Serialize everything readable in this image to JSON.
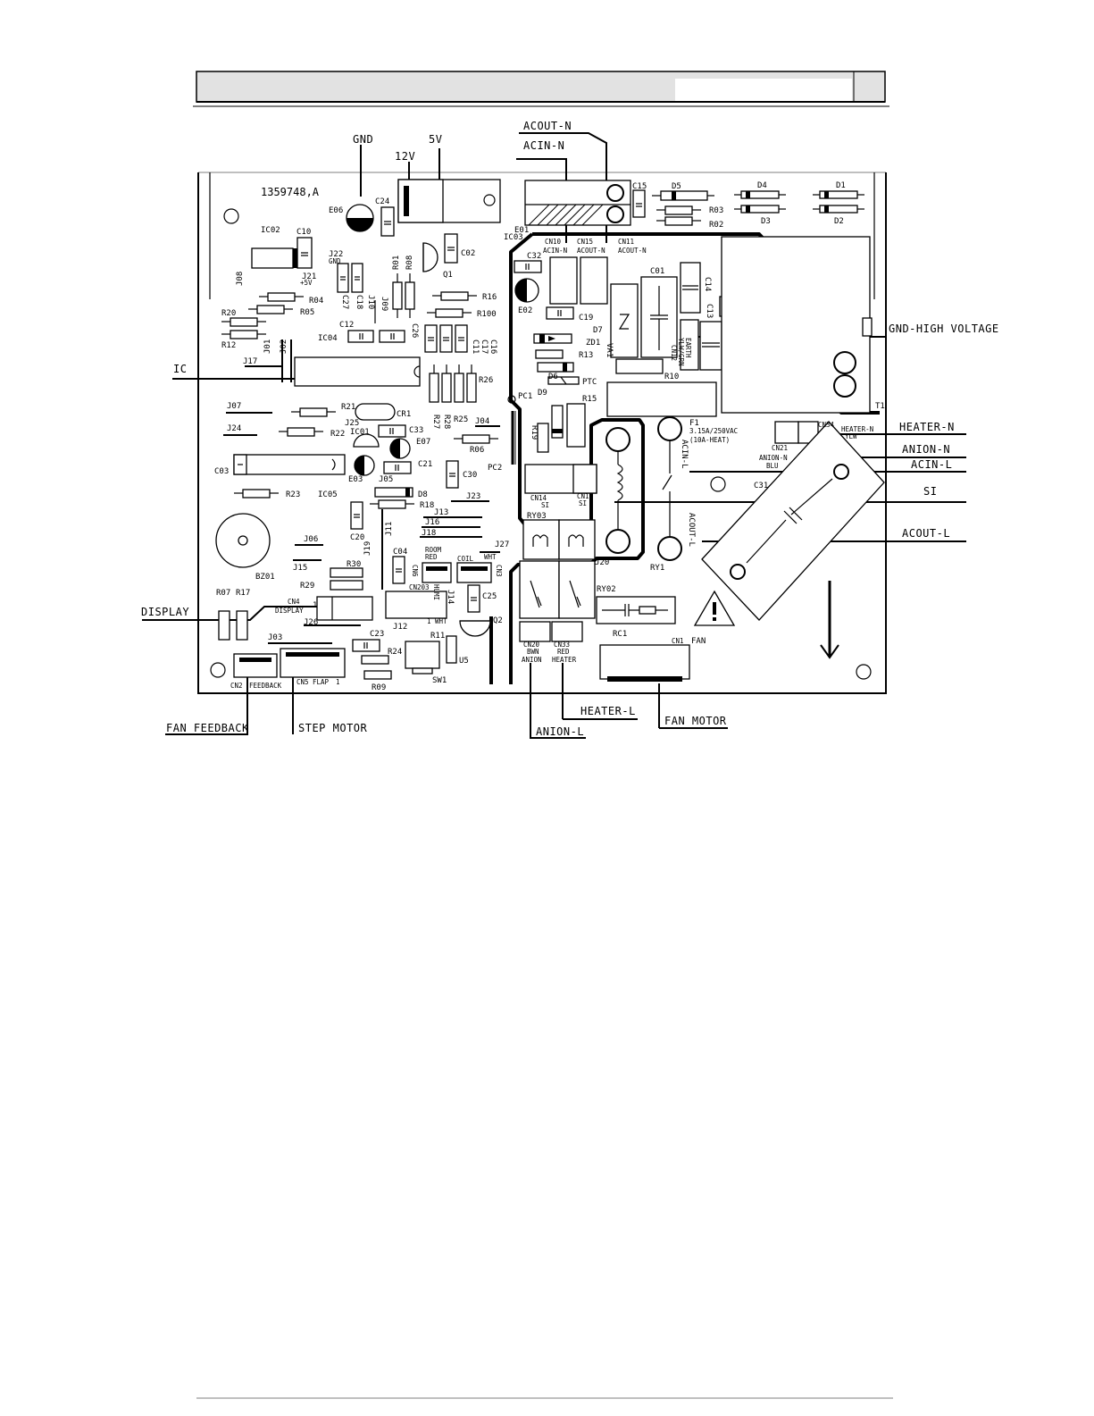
{
  "header": {
    "left_text": "",
    "right_text": ""
  },
  "board": {
    "part_number": "1359748,A",
    "external_labels": {
      "gnd": "GND",
      "v12": "12V",
      "v5": "5V",
      "acout_n": "ACOUT-N",
      "acin_n": "ACIN-N",
      "gnd_high_voltage": "GND-HIGH VOLTAGE",
      "ic": "IC",
      "heater_n": "HEATER-N",
      "anion_n": "ANION-N",
      "acin_l": "ACIN-L",
      "si": "SI",
      "acout_l": "ACOUT-L",
      "display": "DISPLAY",
      "fan_feedback": "FAN FEEDBACK",
      "step_motor": "STEP MOTOR",
      "anion_l": "ANION-L",
      "heater_l": "HEATER-L",
      "fan_motor": "FAN MOTOR"
    },
    "components": {
      "E06": "E06",
      "C24": "C24",
      "IC03": "IC03",
      "E01": "E01",
      "C15": "C15",
      "D5": "D5",
      "R03": "R03",
      "R02": "R02",
      "D4": "D4",
      "D3": "D3",
      "D1": "D1",
      "D2": "D2",
      "IC02": "IC02",
      "C10": "C10",
      "J08": "J08",
      "J22": "J22",
      "GND": "GND",
      "J21": "J21",
      "P5V": "+5V",
      "R01": "R01",
      "R08": "R08",
      "Q1": "Q1",
      "C02": "C02",
      "CN10": "CN10",
      "ACIN_N": "ACIN-N",
      "CN15": "CN15",
      "ACOUT_N": "ACOUT-N",
      "CN11": "CN11",
      "ACOUT_N2": "ACOUT-N",
      "C32": "C32",
      "C01": "C01",
      "C14": "C14",
      "C13": "C13",
      "R04": "R04",
      "R05": "R05",
      "C27": "C27",
      "C18": "C18",
      "J10": "J10",
      "J09": "J09",
      "R16": "R16",
      "R100": "R100",
      "E02": "E02",
      "C19": "C19",
      "D7": "D7",
      "ZD1": "ZD1",
      "VA1": "VA1",
      "EARTH": "EARTH",
      "YLWGRN": "YLW/GRN",
      "CN12": "CN12",
      "R20": "R20",
      "R12": "R12",
      "C12": "C12",
      "IC04": "IC04",
      "C26": "C26",
      "C11": "C11",
      "C16": "C16",
      "C17": "C17",
      "R13": "R13",
      "D6": "D6",
      "R10": "R10",
      "J01": "J01",
      "J02": "J02",
      "J17": "J17",
      "R26": "R26",
      "PC1": "PC1",
      "D9": "D9",
      "PTC": "PTC",
      "R15": "R15",
      "T1": "T1",
      "J07": "J07",
      "R21": "R21",
      "CR1": "CR1",
      "R27": "R27",
      "R28": "R28",
      "R25": "R25",
      "J04": "J04",
      "J25": "J25",
      "J24": "J24",
      "R22": "R22",
      "IC01": "IC01",
      "C33": "C33",
      "E07": "E07",
      "R06": "R06",
      "R19": "R19",
      "F1": "F1",
      "F1_RATING": "3.15A/250VAC",
      "F1_NOTE": "(10A-HEAT)",
      "CN34": "CN34",
      "HEATER_N": "HEATER-N",
      "YLW": "YLW",
      "CN21": "CN21",
      "ANION_N": "ANION-N",
      "BLU": "BLU",
      "C03": "C03",
      "E03": "E03",
      "C21": "C21",
      "C30": "C30",
      "PC2": "PC2",
      "ACIN_L": "ACIN-L",
      "C31": "C31",
      "R23": "R23",
      "IC05": "IC05",
      "J05": "J05",
      "D8": "D8",
      "R18": "R18",
      "J23": "J23",
      "CN14": "CN14",
      "SI": "SI",
      "CN13": "CN13",
      "SI2": "SI",
      "J13": "J13",
      "J16": "J16",
      "J18": "J18",
      "C20": "C20",
      "J11": "J11",
      "J06": "J06",
      "J15": "J15",
      "RY03": "RY03",
      "ACOUT_L": "ACOUT-L",
      "J19": "J19",
      "C04": "C04",
      "ROOM": "ROOM",
      "RED": "RED",
      "J27": "J27",
      "COIL": "COIL",
      "WHT": "WHT",
      "CN3": "CN3",
      "J20": "J20",
      "RY1": "RY1",
      "BZ01": "BZ01",
      "R30": "R30",
      "R29": "R29",
      "CN6": "CN6",
      "CN203": "CN203",
      "HUMI": "HUMI",
      "J14": "J14",
      "C25": "C25",
      "RY02": "RY02",
      "R07": "R07",
      "R17": "R17",
      "CN4": "CN4",
      "DISPLAY": "DISPLAY",
      "ONE": "1",
      "J26": "J26",
      "J12": "J12",
      "ONE_WHT": "1 WHT",
      "Q2": "Q2",
      "RC1": "RC1",
      "CN1": "CN1",
      "FAN": "FAN",
      "J03": "J03",
      "C23": "C23",
      "R11": "R11",
      "R24": "R24",
      "U5": "U5",
      "SW1": "SW1",
      "R09": "R09",
      "CN20": "CN20",
      "BWN": "BWN",
      "ANION": "ANION",
      "CN33": "CN33",
      "RED2": "RED",
      "HEATER": "HEATER",
      "CN2": "CN2",
      "FEEDBACK": "FEEDBACK",
      "CN5": "CN5",
      "FLAP": "FLAP",
      "FLAP1": "1"
    }
  },
  "footer": {
    "link_text": ""
  }
}
